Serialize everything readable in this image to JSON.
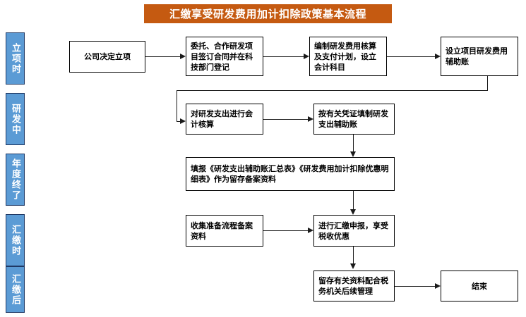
{
  "title": "汇缴享受研发费用加计扣除政策基本流程",
  "colors": {
    "title_bg": "#C55A11",
    "phase_bg": "#5B9BD5",
    "phase_border": "#1F3864",
    "node_border": "#000000",
    "connector": "#1a1a1a"
  },
  "phases": [
    {
      "id": "phase-project-setup",
      "label": "立项时"
    },
    {
      "id": "phase-rd-ongoing",
      "label": "研发中"
    },
    {
      "id": "phase-year-end",
      "label": "年度终了"
    },
    {
      "id": "phase-settlement",
      "label": "汇缴时"
    },
    {
      "id": "phase-post-settlement",
      "label": "汇缴后"
    }
  ],
  "nodes": [
    {
      "id": "node-company-decide",
      "label": "公司决定立项"
    },
    {
      "id": "node-contract-register",
      "label": "委托、合作研发项目签订合同并在科技部门登记"
    },
    {
      "id": "node-cost-plan",
      "label": "编制研发费用核算及支付计划，设立会计科目"
    },
    {
      "id": "node-aux-ledger-setup",
      "label": "设立项目研发费用辅助账"
    },
    {
      "id": "node-accounting",
      "label": "对研发支出进行会计核算"
    },
    {
      "id": "node-fill-aux-ledger",
      "label": "按有关凭证填制研发支出辅助账"
    },
    {
      "id": "node-report-forms",
      "label": "填报《研发支出辅助账汇总表》《研发费用加计扣除优惠明细表》作为留存备案资料"
    },
    {
      "id": "node-collect-docs",
      "label": "收集准备流程备案资料"
    },
    {
      "id": "node-declare",
      "label": "进行汇缴申报，享受税收优惠"
    },
    {
      "id": "node-retain-docs",
      "label": "留存有关资料配合税务机关后续管理"
    },
    {
      "id": "node-end",
      "label": "结束"
    }
  ],
  "chart_data": {
    "type": "diagram",
    "title": "汇缴享受研发费用加计扣除政策基本流程",
    "swimlanes": [
      "立项时",
      "研发中",
      "年度终了",
      "汇缴时",
      "汇缴后"
    ],
    "steps": [
      "公司决定立项",
      "委托、合作研发项目签订合同并在科技部门登记",
      "编制研发费用核算及支付计划，设立会计科目",
      "设立项目研发费用辅助账",
      "对研发支出进行会计核算",
      "按有关凭证填制研发支出辅助账",
      "填报《研发支出辅助账汇总表》《研发费用加计扣除优惠明细表》作为留存备案资料",
      "收集准备流程备案资料",
      "进行汇缴申报，享受税收优惠",
      "留存有关资料配合税务机关后续管理",
      "结束"
    ],
    "edges": [
      [
        "公司决定立项",
        "委托、合作研发项目签订合同并在科技部门登记"
      ],
      [
        "委托、合作研发项目签订合同并在科技部门登记",
        "编制研发费用核算及支付计划，设立会计科目"
      ],
      [
        "编制研发费用核算及支付计划，设立会计科目",
        "设立项目研发费用辅助账"
      ],
      [
        "设立项目研发费用辅助账",
        "对研发支出进行会计核算"
      ],
      [
        "对研发支出进行会计核算",
        "按有关凭证填制研发支出辅助账"
      ],
      [
        "按有关凭证填制研发支出辅助账",
        "填报《研发支出辅助账汇总表》《研发费用加计扣除优惠明细表》作为留存备案资料"
      ],
      [
        "填报《研发支出辅助账汇总表》《研发费用加计扣除优惠明细表》作为留存备案资料",
        "进行汇缴申报，享受税收优惠"
      ],
      [
        "收集准备流程备案资料",
        "进行汇缴申报，享受税收优惠"
      ],
      [
        "进行汇缴申报，享受税收优惠",
        "留存有关资料配合税务机关后续管理"
      ],
      [
        "留存有关资料配合税务机关后续管理",
        "结束"
      ]
    ]
  }
}
